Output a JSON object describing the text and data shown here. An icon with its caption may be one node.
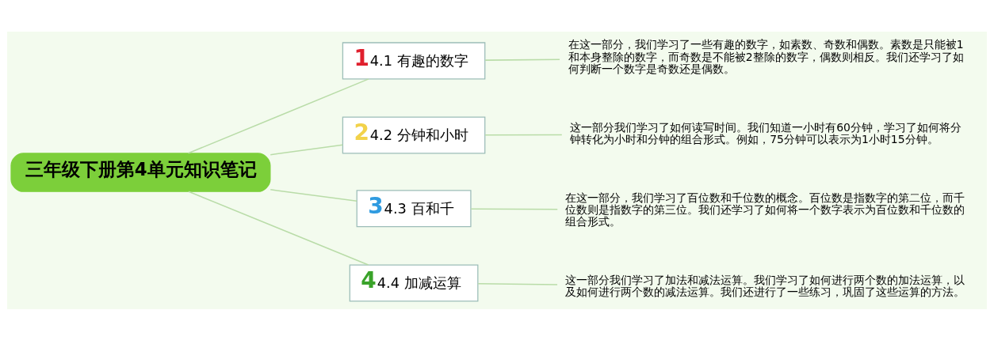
{
  "diagram": {
    "nodes": [
      {
        "text": [
          "三年级下册第4单元知识笔记"
        ]
      },
      {
        "text": [
          "1",
          "4.1 有趣的数字"
        ]
      },
      {
        "text": [
          "2",
          "4.2 分钟和小时"
        ]
      },
      {
        "text": [
          "3",
          "4.3 百和千"
        ]
      },
      {
        "text": [
          "4",
          "4.4 加减运算"
        ]
      },
      {
        "text": [
          "在这一部分，我们学习了一些有趣的数字，如素数、奇数和偶数。素数是只能被1和本身整除的数字，而奇数是不能被2整除的数字，偶数则相反。我们还学习了如何判断一个数字是奇数还是偶数。"
        ]
      },
      {
        "text": [
          "这一部分我们学习了如何读写时间。我们知道一小时有60分钟，学习了如何将分钟转化为小时和分钟的组合形式。例如，75分钟可以表示为1小时15分钟。"
        ]
      },
      {
        "text": [
          "在这一部分，我们学习了百位数和千位数的概念。百位数是指数字的第二位，而千位数则是指数字的第三位。我们还学习了如何将一个数字表示为百位数和千位数的组合形式。"
        ]
      },
      {
        "text": [
          "这一部分我们学习了加法和减法运算。我们学习了如何进行两个数的加法运算，以及如何进行两个数的减法运算。我们还进行了一些练习，巩固了这些运算的方法。"
        ]
      }
    ],
    "edges": [
      {
        "from": 0,
        "to": 1,
        "arrow": "none"
      },
      {
        "from": 0,
        "to": 2,
        "arrow": "none"
      },
      {
        "from": 0,
        "to": 3,
        "arrow": "none"
      },
      {
        "from": 0,
        "to": 4,
        "arrow": "none"
      },
      {
        "from": 1,
        "to": 5,
        "arrow": "none"
      },
      {
        "from": 2,
        "to": 6,
        "arrow": "none"
      },
      {
        "from": 3,
        "to": 7,
        "arrow": "none"
      },
      {
        "from": 4,
        "to": 8,
        "arrow": "none"
      }
    ]
  }
}
